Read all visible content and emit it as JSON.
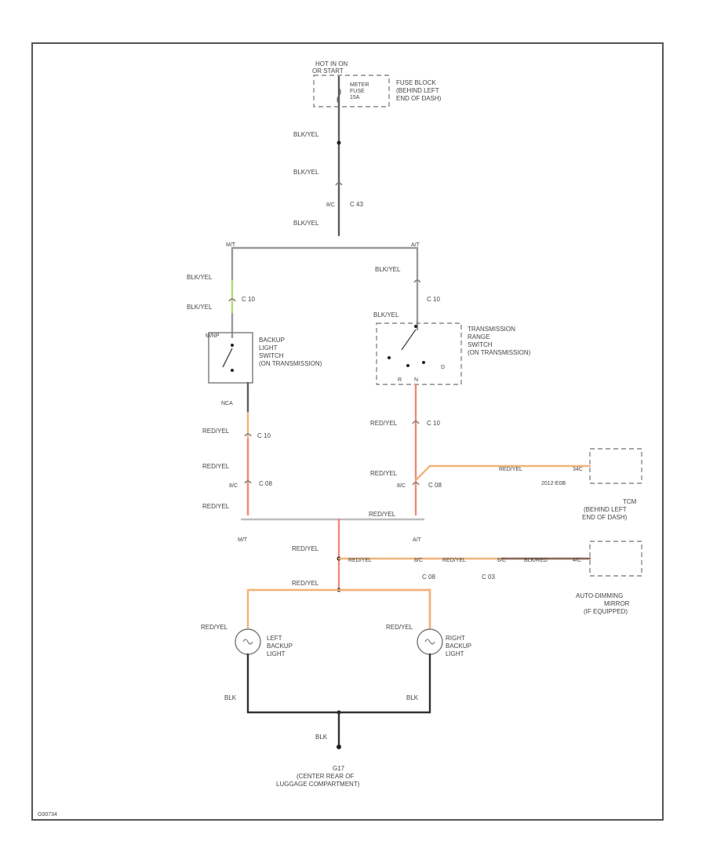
{
  "colors": {
    "wire_gray": "#9a9a9a",
    "wire_dark": "#5e5e5e",
    "wire_green": "#b9d77a",
    "wire_red": "#f08a7a",
    "wire_orange": "#f2b37a",
    "wire_black": "#333333"
  },
  "power": {
    "hot": "HOT IN ON",
    "hot2": "OR START",
    "fuse1": "METER",
    "fuse2": "FUSE",
    "fuse3": "15A",
    "fuseblock1": "FUSE BLOCK",
    "fuseblock2": "(BEHIND LEFT",
    "fuseblock3": "END OF DASH)"
  },
  "wires": {
    "blk_yel": "BLK/YEL",
    "red_yel": "RED/YEL",
    "blk": "BLK",
    "nca": "NCA"
  },
  "connectors": {
    "c43": "C 43",
    "c10": "C 10",
    "c08": "C 08",
    "c03": "C 03",
    "c_num": "8/C"
  },
  "branches": {
    "mt": "M/T",
    "at": "A/T"
  },
  "backup_switch": {
    "pin": "M/NP",
    "l1": "BACKUP",
    "l2": "LIGHT",
    "l3": "SWITCH",
    "l4": "(ON TRANSMISSION)"
  },
  "range_switch": {
    "l1": "TRANSMISSION",
    "l2": "RANGE",
    "l3": "SWITCH",
    "l4": "(ON TRANSMISSION)",
    "pos_r": "R",
    "pos_n": "N",
    "pos_d": "D"
  },
  "tcm": {
    "ref": "2012-E0B",
    "pin": "34C",
    "l1": "TCM",
    "l2": "(BEHIND LEFT",
    "l3": "END OF DASH)"
  },
  "mirror": {
    "pin": "4/C",
    "mid": "6/C",
    "code1": "BLK/RED",
    "l1": "AUTO-DIMMING",
    "l2": "MIRROR",
    "l3": "(IF EQUIPPED)"
  },
  "lights": {
    "left1": "LEFT",
    "left2": "BACKUP",
    "left3": "LIGHT",
    "right1": "RIGHT",
    "right2": "BACKUP",
    "right3": "LIGHT"
  },
  "ground": {
    "id": "G17",
    "l1": "(CENTER REAR OF",
    "l2": "LUGGAGE COMPARTMENT)"
  },
  "figure_id": "G00734"
}
